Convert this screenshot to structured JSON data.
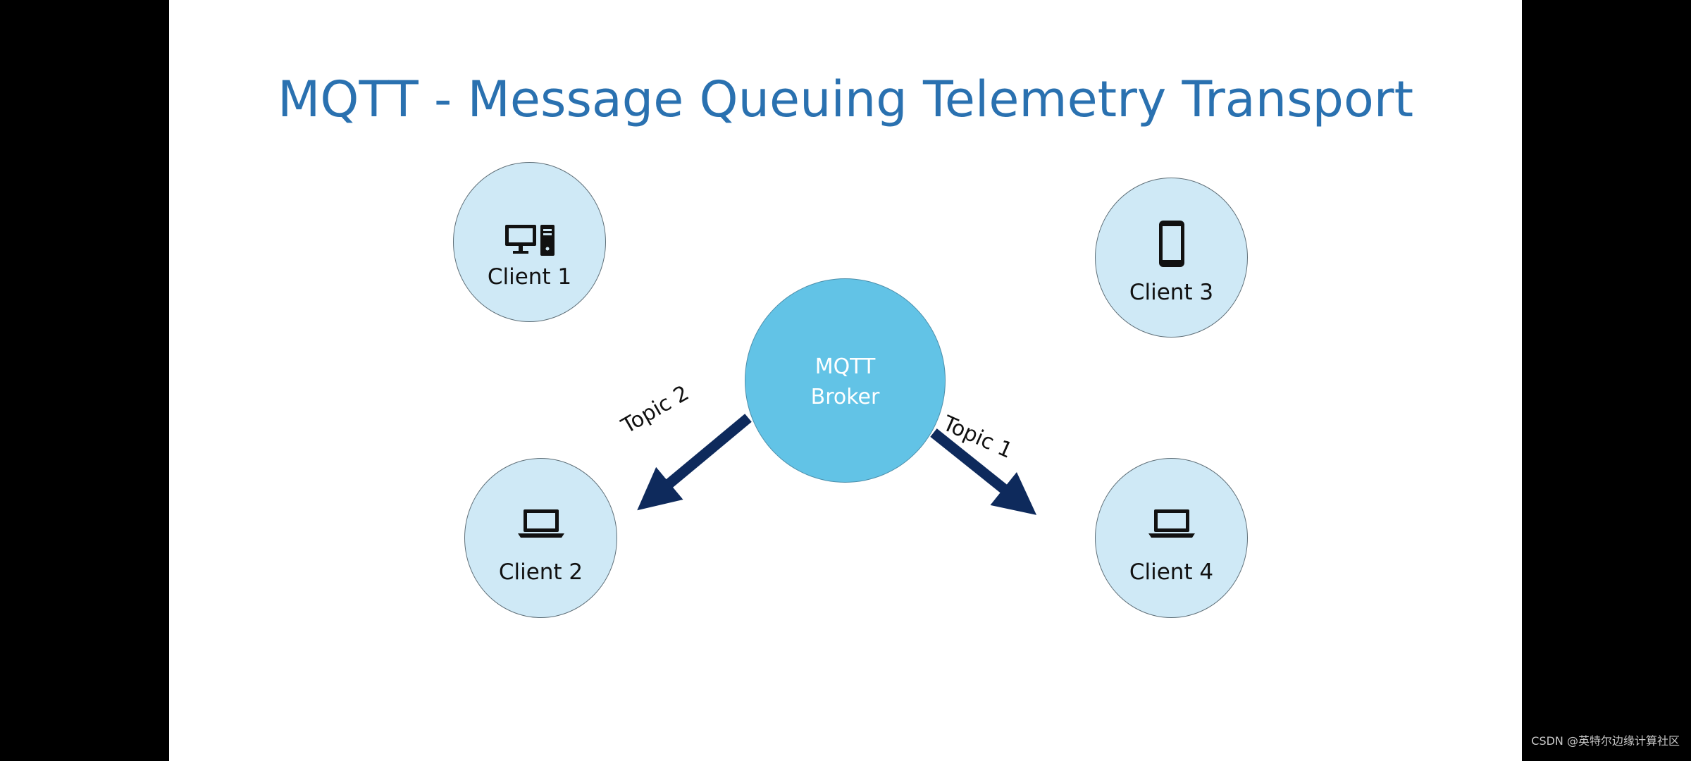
{
  "slide": {
    "title": "MQTT - Message Queuing Telemetry Transport"
  },
  "broker": {
    "line1": "MQTT",
    "line2": "Broker",
    "color": "#62c3e6"
  },
  "clients": {
    "client1": {
      "label": "Client 1",
      "icon": "desktop-computer-icon"
    },
    "client2": {
      "label": "Client 2",
      "icon": "laptop-icon"
    },
    "client3": {
      "label": "Client 3",
      "icon": "smartphone-icon"
    },
    "client4": {
      "label": "Client 4",
      "icon": "laptop-icon"
    },
    "node_color": "#cfe9f6"
  },
  "arrows": {
    "topic_left": "Topic 2",
    "topic_right": "Topic 1",
    "color": "#0e2a5c"
  },
  "watermark": {
    "text": "CSDN @英特尔边缘计算社区"
  },
  "colors": {
    "title": "#2a71b0",
    "background": "#ffffff",
    "frame": "#000000"
  }
}
